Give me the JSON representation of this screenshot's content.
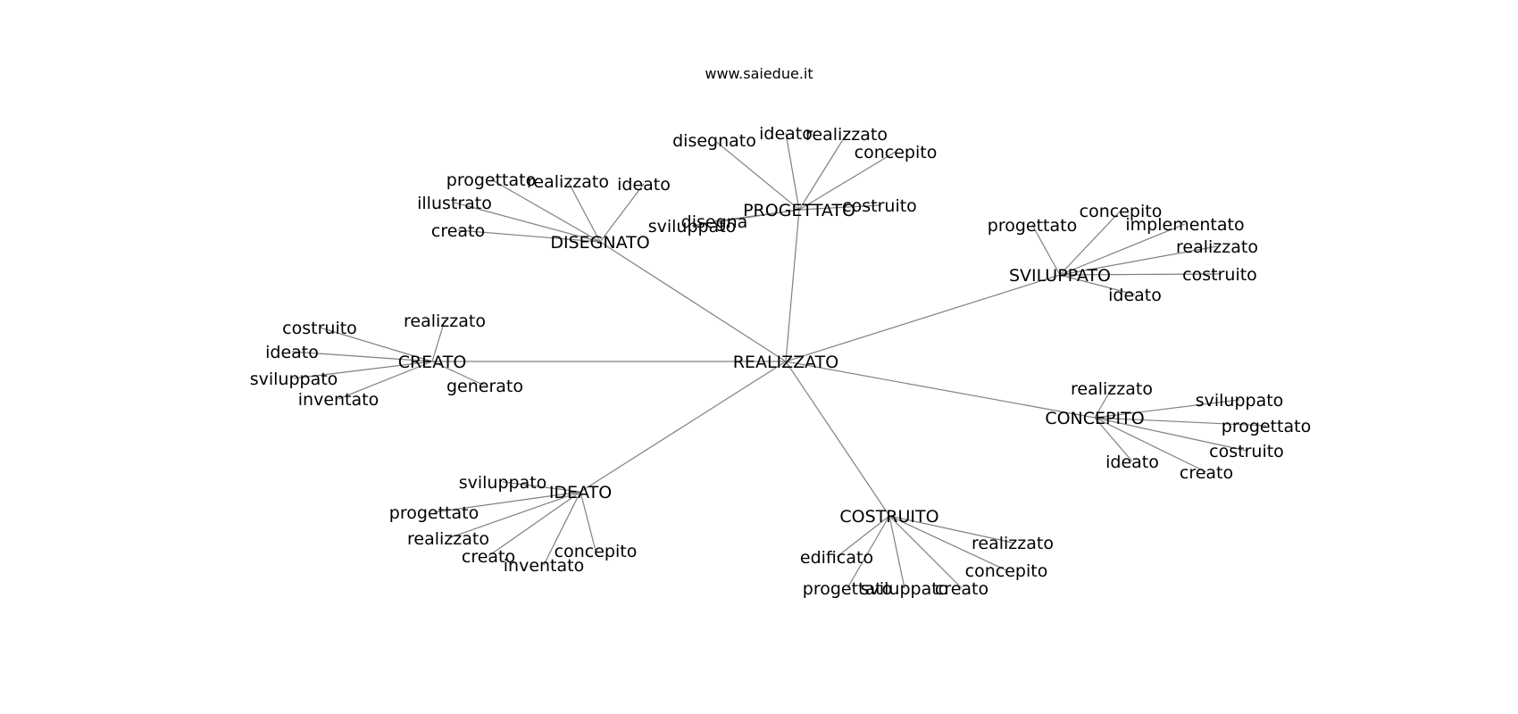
{
  "header": {
    "site": "www.saiedue.it"
  },
  "graph": {
    "root": "REALIZZATO",
    "clusters": [
      {
        "hub": "PROGETTATO",
        "leaves": [
          "disegnato",
          "ideato",
          "realizzato",
          "concepito",
          "costruito",
          "disegna",
          "sviluppato"
        ]
      },
      {
        "hub": "DISEGNATO",
        "leaves": [
          "progettato",
          "realizzato",
          "ideato",
          "illustrato",
          "creato"
        ]
      },
      {
        "hub": "SVILUPPATO",
        "leaves": [
          "progettato",
          "concepito",
          "implementato",
          "realizzato",
          "costruito",
          "ideato"
        ]
      },
      {
        "hub": "CREATO",
        "leaves": [
          "costruito",
          "realizzato",
          "ideato",
          "sviluppato",
          "inventato",
          "generato"
        ]
      },
      {
        "hub": "CONCEPITO",
        "leaves": [
          "realizzato",
          "sviluppato",
          "progettato",
          "costruito",
          "ideato",
          "creato"
        ]
      },
      {
        "hub": "IDEATO",
        "leaves": [
          "sviluppato",
          "progettato",
          "realizzato",
          "creato",
          "inventato",
          "concepito"
        ]
      },
      {
        "hub": "COSTRUITO",
        "leaves": [
          "realizzato",
          "edificato",
          "concepito",
          "progettato",
          "sviluppato",
          "creato"
        ]
      }
    ]
  }
}
